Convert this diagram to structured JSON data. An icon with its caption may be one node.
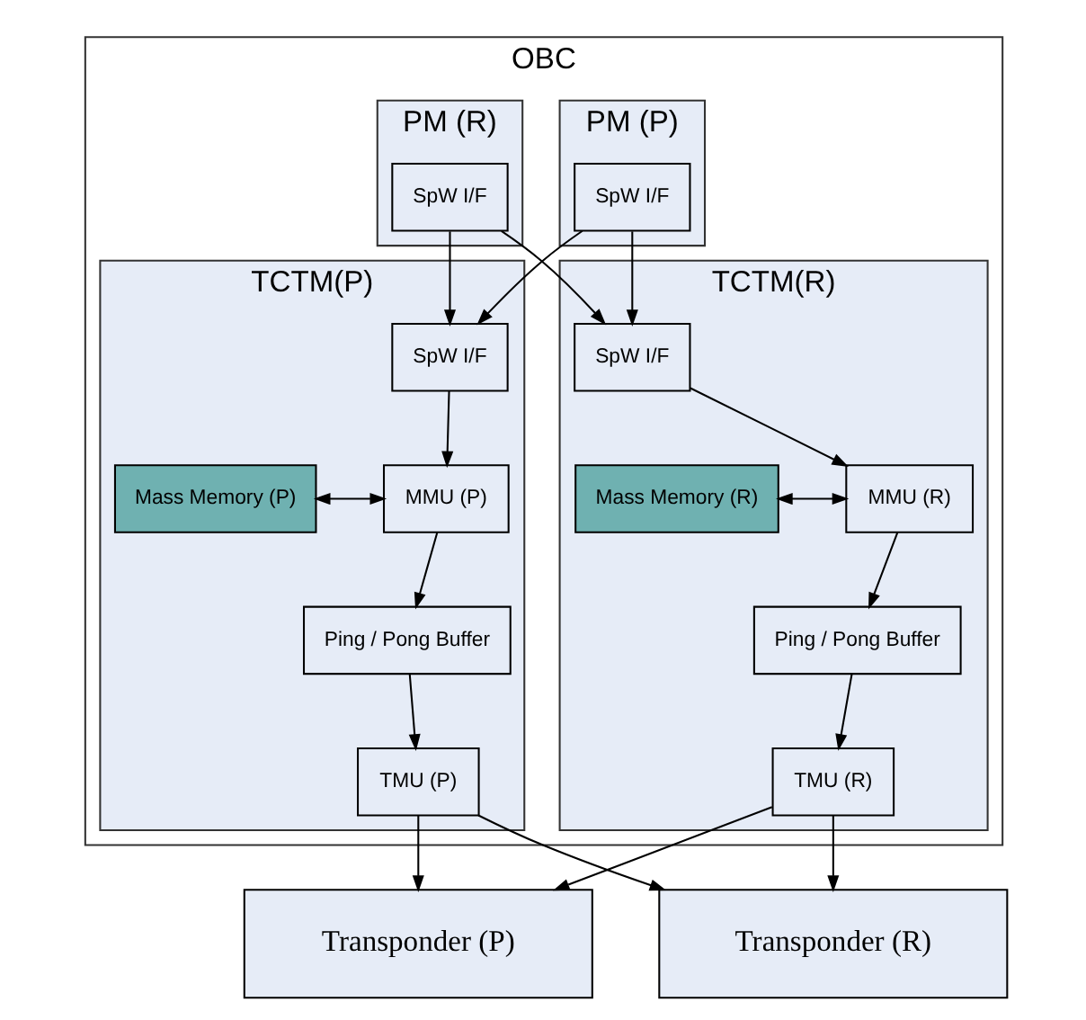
{
  "diagram": {
    "nodes": [
      {
        "text": [
          "OBC"
        ]
      },
      {
        "text": [
          "PM (P)"
        ],
        "in": 0
      },
      {
        "text": [
          "SpW I/F"
        ],
        "in": 1
      },
      {
        "text": [
          "PM (R)"
        ],
        "in": 0
      },
      {
        "text": [
          "SpW I/F"
        ],
        "in": 3
      },
      {
        "text": [
          "TCTM(P)"
        ],
        "in": 0
      },
      {
        "text": [
          "SpW I/F"
        ],
        "in": 5
      },
      {
        "text": [
          "Mass Memory (P)"
        ],
        "in": 5
      },
      {
        "text": [
          "MMU (P)"
        ],
        "in": 5
      },
      {
        "text": [
          "TMU (P)"
        ],
        "in": 5
      },
      {
        "text": [
          "Ping / Pong Buffer"
        ],
        "in": 5
      },
      {
        "text": [
          "TCTM(R)"
        ],
        "in": 0
      },
      {
        "text": [
          "SpW I/F"
        ],
        "in": 11
      },
      {
        "text": [
          "MMU (R)"
        ],
        "in": 11
      },
      {
        "text": [
          "Mass Memory (R)"
        ],
        "in": 11
      },
      {
        "text": [
          "Ping / Pong Buffer"
        ],
        "in": 11
      },
      {
        "text": [
          "TMU (R)"
        ],
        "in": 11
      },
      {
        "text": [
          "Transponder (P)"
        ]
      },
      {
        "text": [
          "Transponder (R)"
        ]
      }
    ],
    "edges": [
      {
        "from": 2,
        "to": 6,
        "arrow": "to"
      },
      {
        "from": 2,
        "to": 12,
        "arrow": "to"
      },
      {
        "from": 4,
        "to": 6,
        "arrow": "to"
      },
      {
        "from": 4,
        "to": 12,
        "arrow": "to"
      },
      {
        "from": 6,
        "to": 8,
        "arrow": "to"
      },
      {
        "from": 7,
        "to": 8,
        "arrow": "both"
      },
      {
        "from": 8,
        "to": 10,
        "arrow": "to"
      },
      {
        "from": 10,
        "to": 9,
        "arrow": "to"
      },
      {
        "from": 12,
        "to": 13,
        "arrow": "to"
      },
      {
        "from": 13,
        "to": 14,
        "arrow": "both"
      },
      {
        "from": 13,
        "to": 15,
        "arrow": "to"
      },
      {
        "from": 15,
        "to": 16,
        "arrow": "to"
      },
      {
        "from": 9,
        "to": 17,
        "arrow": "to"
      },
      {
        "from": 9,
        "to": 18,
        "arrow": "to"
      },
      {
        "from": 16,
        "to": 17,
        "arrow": "to"
      },
      {
        "from": 16,
        "to": 18,
        "arrow": "to"
      }
    ]
  }
}
